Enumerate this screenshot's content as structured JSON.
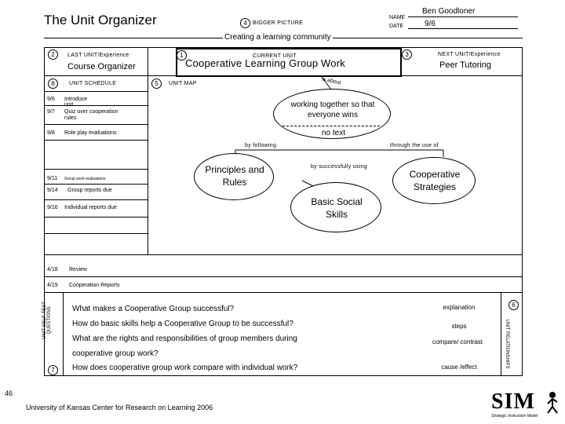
{
  "header": {
    "title": "The Unit Organizer",
    "bigger_picture_num": "4",
    "bigger_picture_label": "BIGGER PICTURE",
    "bigger_picture_value": "Creating a learning community",
    "name_label": "NAME",
    "name_value": "Ben Goodloner",
    "date_label": "DATE",
    "date_value": "9/6"
  },
  "last_unit": {
    "num": "2",
    "label": "LAST UNIT/Experience",
    "value": "Course Organizer"
  },
  "current_unit": {
    "num": "1",
    "label": "CURRENT UNIT",
    "value": "Cooperative Learning Group Work"
  },
  "next_unit": {
    "num": "3",
    "label": "NEXT UNIT/Experience",
    "value": "Peer Tutoring"
  },
  "schedule": {
    "num": "8",
    "label": "UNIT SCHEDULE",
    "rows": [
      {
        "date": "9/6",
        "text": "Introduce unit"
      },
      {
        "date": "9/7",
        "text": "Quiz over cooperation rules"
      },
      {
        "date": "9/8",
        "text": "Role play evaluations"
      },
      {
        "date": "9/11",
        "text": "Group work evaluations"
      },
      {
        "date": "9/14",
        "text": "Group reports due"
      },
      {
        "date": "9/16",
        "text": "Individual reports due"
      },
      {
        "date": "4/18",
        "text": "Review"
      },
      {
        "date": "4/19",
        "text": "Cooperation Reports"
      }
    ]
  },
  "map": {
    "num": "5",
    "label": "UNIT MAP",
    "is_about": "is about",
    "center_oval": "working together so that everyone wins",
    "center_note": "no text",
    "link_left": "by following",
    "link_right": "through the use of",
    "link_middle": "by successfully using",
    "oval_left": "Principles and Rules",
    "oval_right": "Cooperative Strategies",
    "oval_bottom": "Basic Social Skills"
  },
  "self_test": {
    "num": "7",
    "label": "UNIT SELF-TEST QUESTIONS",
    "questions": [
      "What makes a Cooperative Group successful?",
      "How do basic skills help a Cooperative Group to be successful?",
      "What are the rights and responsibilities of group members during",
      "cooperative group work?",
      "How does cooperative group work compare with individual work?"
    ]
  },
  "relationships": {
    "num": "6",
    "label": "UNIT RELATIONSHIPS",
    "items": [
      "explanation",
      "steps",
      "compare/ contrast",
      "cause /effect"
    ]
  },
  "footer": {
    "page_number": "46",
    "credit": "University of Kansas Center for Research on Learning 2006",
    "logo_text": "SIM",
    "logo_sub": "Strategic Instruction Model"
  }
}
